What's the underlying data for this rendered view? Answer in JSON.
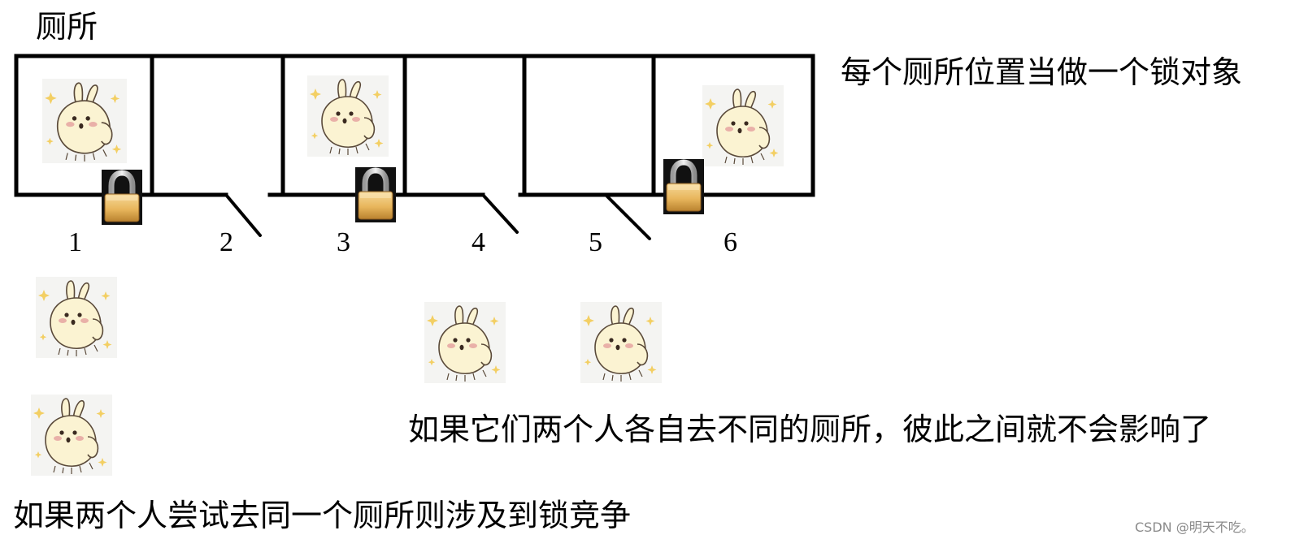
{
  "title": "厕所",
  "annotations": {
    "right": "每个厕所位置当做一个锁对象",
    "middle": "如果它们两个人各自去不同的厕所，彼此之间就不会影响了",
    "bottom": "如果两个人尝试去同一个厕所则涉及到锁竞争"
  },
  "stalls": [
    {
      "number": "1",
      "status": "locked",
      "occupied": true
    },
    {
      "number": "2",
      "status": "open",
      "occupied": false
    },
    {
      "number": "3",
      "status": "locked",
      "occupied": true
    },
    {
      "number": "4",
      "status": "open",
      "occupied": false
    },
    {
      "number": "5",
      "status": "open",
      "occupied": false
    },
    {
      "number": "6",
      "status": "locked",
      "occupied": true
    }
  ],
  "waiting_people": [
    {
      "group": "contending-same-stall",
      "count": 2
    },
    {
      "group": "different-stalls",
      "count": 2
    }
  ],
  "icons": {
    "person": "bunny-icon",
    "lock": "padlock-icon"
  },
  "colors": {
    "lines": "#000000",
    "lock_gold": "#e8b65c",
    "lock_frame": "#111111",
    "bunny_fill": "#fbf3d2"
  },
  "watermark": "CSDN @明天不吃。"
}
